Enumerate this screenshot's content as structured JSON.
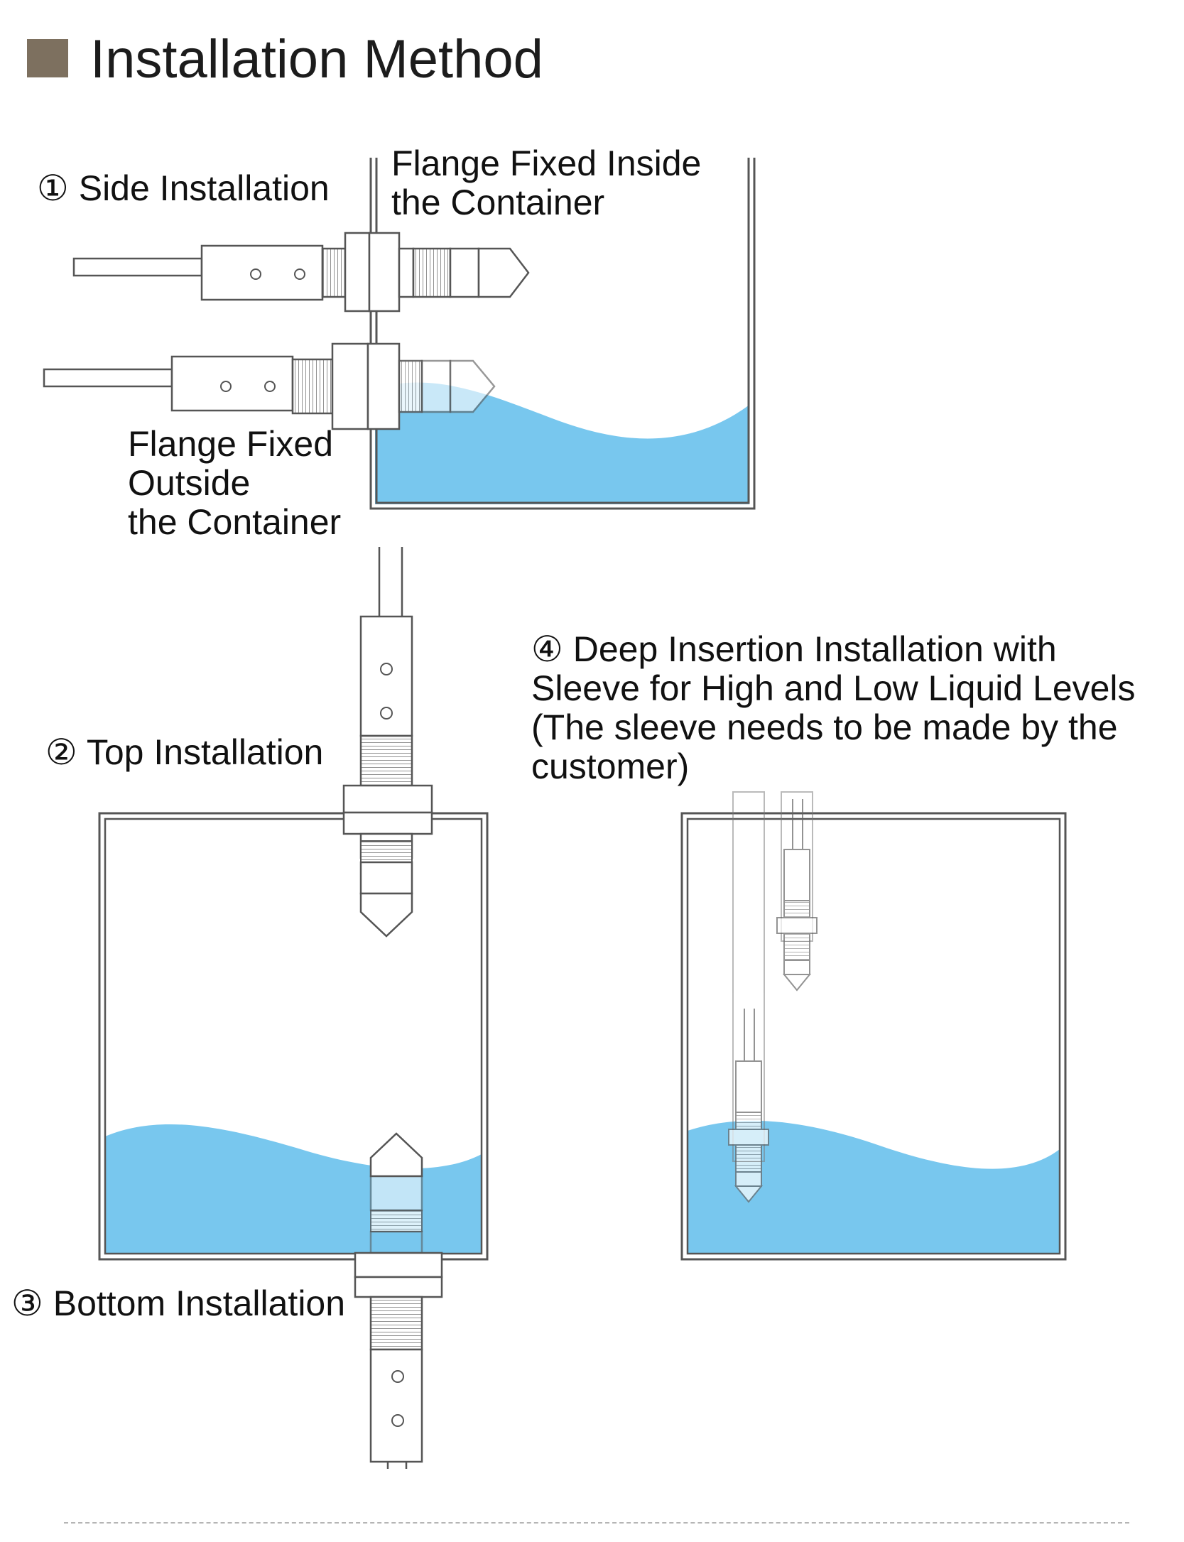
{
  "header": {
    "title": "Installation Method"
  },
  "labels": {
    "side": "① Side Installation",
    "flange_inside": "Flange Fixed Inside\nthe Container",
    "flange_outside": "Flange Fixed\nOutside\nthe Container",
    "top": "② Top Installation",
    "bottom": "③ Bottom Installation",
    "deep": "④ Deep Insertion Installation with\nSleeve for High and Low Liquid Levels\n(The sleeve needs to be made by the\ncustomer)"
  },
  "colors": {
    "accent": "#7d705f",
    "liquid": "#78c7ee",
    "outline": "#555555"
  }
}
